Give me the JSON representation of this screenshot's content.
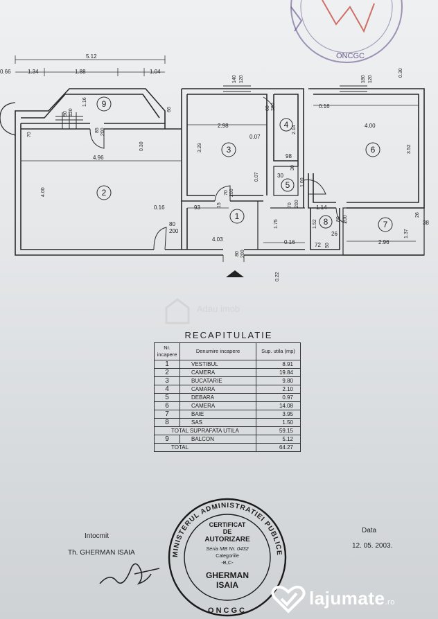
{
  "plan": {
    "dims": {
      "overall_width": "5.12",
      "seg_134": "1.34",
      "seg_188": "1.88",
      "seg_104": "1.04",
      "edge_066": "0.66",
      "d_140": "140",
      "d_120": "120",
      "d_030": "0.30",
      "d_180": "180",
      "d_120b": "120",
      "d_496": "4.96",
      "d_400": "4.00",
      "d_030b": "0.30",
      "d_116": "1.16",
      "d_90": "90",
      "d_120c": "120",
      "d_85": "85",
      "d_200": "200",
      "d_70": "70",
      "d_66": "66",
      "d_298": "2.98",
      "d_329": "3.29",
      "d_007": "0.07",
      "d_007b": "0.07",
      "d_60": "60",
      "d_200b": "200",
      "d_214": "2.14",
      "d_98": "98",
      "d_016": "0.16",
      "d_400b": "4.00",
      "d_352": "3.52",
      "d_30": "30",
      "d_100": "1.00",
      "d_30b": "30",
      "d_70b": "70",
      "d_200c": "200",
      "d_016b": "0.16",
      "d_93": "93",
      "d_15": "15",
      "d_80": "80",
      "d_200d": "200",
      "d_175": "1.75",
      "d_403": "4.03",
      "d_016c": "0.16",
      "d_80b": "80",
      "d_200e": "200",
      "d_022": "0.22",
      "d_70c": "70",
      "d_200f": "200",
      "d_114": "1.14",
      "d_80c": "80",
      "d_200g": "200",
      "d_152": "1.52",
      "d_26": "26",
      "d_72": "72",
      "d_50": "50",
      "d_296": "2.96",
      "d_137": "1.37",
      "d_26b": "26",
      "d_38": "38"
    },
    "rooms": [
      "1",
      "2",
      "3",
      "4",
      "5",
      "6",
      "7",
      "8",
      "9"
    ]
  },
  "watermark": "Adau imob",
  "recap": {
    "title": "RECAPITULATIE",
    "headers": [
      "Nr. incapere",
      "Denumire incapere",
      "Sup. utila (mp)"
    ],
    "rows": [
      {
        "nr": "1",
        "name": "VESTIBUL",
        "value": "8.91"
      },
      {
        "nr": "2",
        "name": "CAMERA",
        "value": "19.84"
      },
      {
        "nr": "3",
        "name": "BUCATARIE",
        "value": "9.80"
      },
      {
        "nr": "4",
        "name": "CAMARA",
        "value": "2.10"
      },
      {
        "nr": "5",
        "name": "DEBARA",
        "value": "0.97"
      },
      {
        "nr": "6",
        "name": "CAMERA",
        "value": "14.08"
      },
      {
        "nr": "7",
        "name": "BAIE",
        "value": "3.95"
      },
      {
        "nr": "8",
        "name": "SAS",
        "value": "1.50"
      }
    ],
    "total_util_label": "TOTAL SUPRAFATA UTILA",
    "total_util_value": "59.15",
    "balcon": {
      "nr": "9",
      "name": "BALCON",
      "value": "5.12"
    },
    "total_label": "TOTAL",
    "total_value": "64.27"
  },
  "footer": {
    "intocmit_label": "Intocmit",
    "author": "Th. GHERMAN ISAIA",
    "data_label": "Data",
    "date": "12. 05. 2003."
  },
  "stamp": {
    "ring": "MINISTERUL ADMINISTRATIEI PUBLICE",
    "line1": "CERTIFICAT",
    "line2": "DE",
    "line3": "AUTORIZARE",
    "line4": "Seria MB Nr. 0432",
    "line5": "Categoriile",
    "line6": "-B,C-",
    "name1": "GHERMAN",
    "name2": "ISAIA",
    "bottom": "ONCGC"
  },
  "top_stamp_text": "ONCGC",
  "brand": {
    "name": "lajumate",
    "tld": ".ro"
  }
}
